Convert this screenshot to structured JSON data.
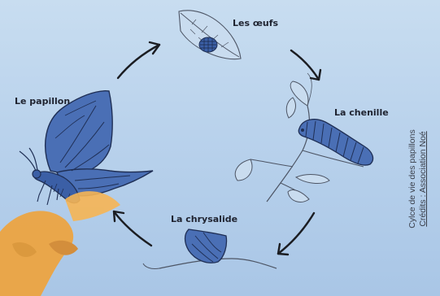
{
  "labels": {
    "eggs": "Les œufs",
    "caterpillar": "La chenille",
    "butterfly": "Le papillon",
    "chrysalis": "La chrysalide"
  },
  "credits": {
    "title": "Cylce de vie des papillons",
    "credit": "Crédits : Association Noé"
  },
  "colors": {
    "background": "#b9d2ec",
    "insect_blue": "#4a6fb5",
    "insect_dark": "#253b6e",
    "arrow": "#1b1d22",
    "leaf_line": "#556070",
    "flower": "#f0a33a"
  }
}
